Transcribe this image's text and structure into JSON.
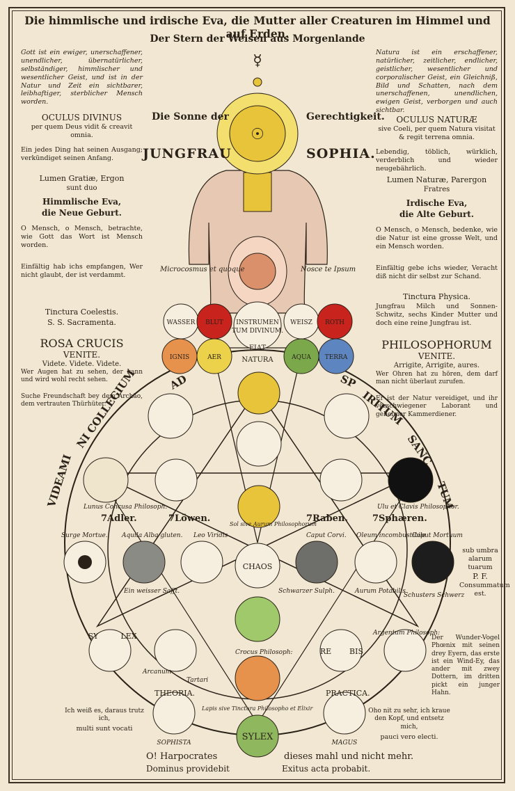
{
  "header": {
    "title": "Die himmlische und irdische Eva, die Mutter aller Creaturen im Himmel und auf Erden.",
    "subtitle": "Der Stern der Weisen aus Morgenlande"
  },
  "left": {
    "p1": "Gott ist ein ewiger, unerschaffener, unendlicher, übernatürlicher, selbständiger, himmlischer und wesentlicher Geist, und ist in der Natur und Zeit ein sichtbarer, leibhaftiger, sterblicher Mensch worden.",
    "oculus_title": "OCULUS DIVINUS",
    "oculus_text": "per quem Deus vidit & creavit omnia.",
    "p2": "Ein jedes Ding hat seinen Ausgang; verkündiget seinen Anfang.",
    "lumen": "Lumen Gratiæ, Ergon",
    "lumen2": "sunt duo",
    "eva": "Himmlische Eva,",
    "eva2": "die Neue Geburt.",
    "p3": "O Mensch, o Mensch, betrachte, wie Gott das Wort ist Mensch worden.",
    "p4": "Einfältig hab ichs empfangen, Wer nicht glaubt, der ist verdammt.",
    "tinct": "Tinctura Coelestis.",
    "tinct2": "S. S. Sacramenta.",
    "rosa": "ROSA CRUCIS",
    "venite": "VENITE.",
    "videte": "Videte. Videte. Videte.",
    "p5": "Wer Augen hat zu sehen, der kann und wird wohl recht sehen.",
    "p6": "Suche Freundschaft bey dem Archäo, dem vertrauten Thürhüter."
  },
  "right": {
    "p1": "Natura ist ein erschaffener, natürlicher, zeitlicher, endlicher, geistlicher, wesentlicher und corporalischer Geist, ein Gleichniß, Bild und Schatten, nach dem unerschaffenen, unendlichen, ewigen Geist, verborgen und auch sichtbar.",
    "oculus_title": "OCULUS NATURÆ",
    "oculus_text": "sive Coeli, per quem Natura visitat & regit terrena omnia.",
    "p2": "Lebendig, töblich, würklich, verderblich und wieder neugebährlich.",
    "lumen": "Lumen Naturæ, Parergon",
    "lumen2": "Fratres",
    "eva": "Irdische Eva,",
    "eva2": "die Alte Geburt.",
    "p3": "O Mensch, o Mensch, bedenke, wie die Natur ist eine grosse Welt, und ein Mensch worden.",
    "p4": "Einfältig gebe ichs wieder, Veracht diß nicht dir selbst zur Schand.",
    "tinct": "Tinctura Physica.",
    "p5": "Jungfrau Milch und Sonnen-Schwitz, sechs Kinder Mutter und doch eine reine Jungfrau ist.",
    "philo": "PHILOSOPHORUM",
    "venite": "VENITE.",
    "arrigite": "Arrigite, Arrigite, aures.",
    "p6": "Wer Ohren hat zu hören, dem darf man nicht überlaut zurufen.",
    "p7": "Er ist der Natur vereidiget, und ihr verschwiegener Laborant und geheimer Kammerdiener.",
    "umbra": "sub umbra alarum tuarum",
    "pf": "P. F.",
    "consum": "Consummatum est.",
    "phoenix": "Der Wunder-Vogel Phœnix mit seinen drey Eyern, das erste ist ein Wind-Ey, das ander mit zwey Dottern, im dritten pickt ein junger Hahn."
  },
  "top": {
    "sonne_l": "Die Sonne der",
    "sonne_r": "Gerechtigkeit.",
    "jungfrau": "JUNGFRAU",
    "sophia": "SOPHIA.",
    "micro": "Microcosmus et quoque",
    "nosce": "Nosce te Ipsum"
  },
  "elements": {
    "wasser": "WASSER",
    "blut": "BLUT",
    "weisz": "WEISZ",
    "roth": "ROTH",
    "ignis": "IGNIS",
    "aer": "AER",
    "aqua": "AQUA",
    "terra": "TERRA",
    "instr1": "INSTRUMEN",
    "instr2": "TUM DIVINUM.",
    "fiat1": "FIAT",
    "fiat2": "NATURA"
  },
  "arc": {
    "w1": "AD",
    "w2": "SP",
    "w3": "IRITUM",
    "w4": "SANC",
    "w5": "TUM",
    "w6": "NI COLLEGIUM",
    "w7": "VIDEAMI"
  },
  "labels": {
    "adler": "7Adler.",
    "loewen": "7Löwen.",
    "raben": "7Raben.",
    "sphaeren": "7Sphæren.",
    "chaos": "CHAOS",
    "theoria": "THEORIA.",
    "practica": "PRACTICA.",
    "sophista": "SOPHISTA",
    "magus": "MAGUS",
    "sylex": "SYLEX",
    "rebis_l": "RE",
    "rebis_r": "BIS",
    "sy": "SY",
    "lex": "LEX"
  },
  "small": {
    "surge": "Surge Mortue.",
    "aquila": "Aquila Alba gluten.",
    "leo": "Leo Viridis",
    "caput": "Caput Corvi.",
    "oleum": "Oleum incombustibile",
    "caputm": "Caput Mortuum",
    "lunus": "Lunus Concusa Philosoph.",
    "ulu": "Ulu et Clavis Philosophor.",
    "einweiss": "Ein weisser Safft.",
    "schwarz": "Schwarzer Sulph.",
    "aurum": "Aurum Potabilis",
    "schusters": "Schusters Schwerz",
    "arcanum": "Arcanum",
    "tartari": "Tartari",
    "crocus": "Crocus Philosoph:",
    "lapis": "Lapis sive Tinctura Philosopho et Elixir",
    "argentum": "Argentum Philosoph:",
    "sol": "Sol sive Aurum Philosophorum"
  },
  "bottom": {
    "left1": "Ich weiß es, daraus trutz ich,",
    "left2": "multi sunt vocati",
    "right1": "Oho nit zu sehr, ich kraue den Kopf, und entsetz mich,",
    "right2": "pauci vero electi.",
    "harpo": "O! Harpocrates",
    "dieses": "dieses mahl und nicht mehr.",
    "dominus": "Dominus providebit",
    "exitus": "Exitus acta probabit."
  },
  "colors": {
    "paper": "#f1e7d2",
    "ink": "#2a2118",
    "red": "#c8231c",
    "orange": "#e6924c",
    "yellow": "#ecd14a",
    "green": "#7aa84b",
    "blue": "#5d86c0",
    "grey": "#8b8b86",
    "sun": "#e8c43a",
    "flesh": "#e7c9b3",
    "black": "#111111"
  }
}
